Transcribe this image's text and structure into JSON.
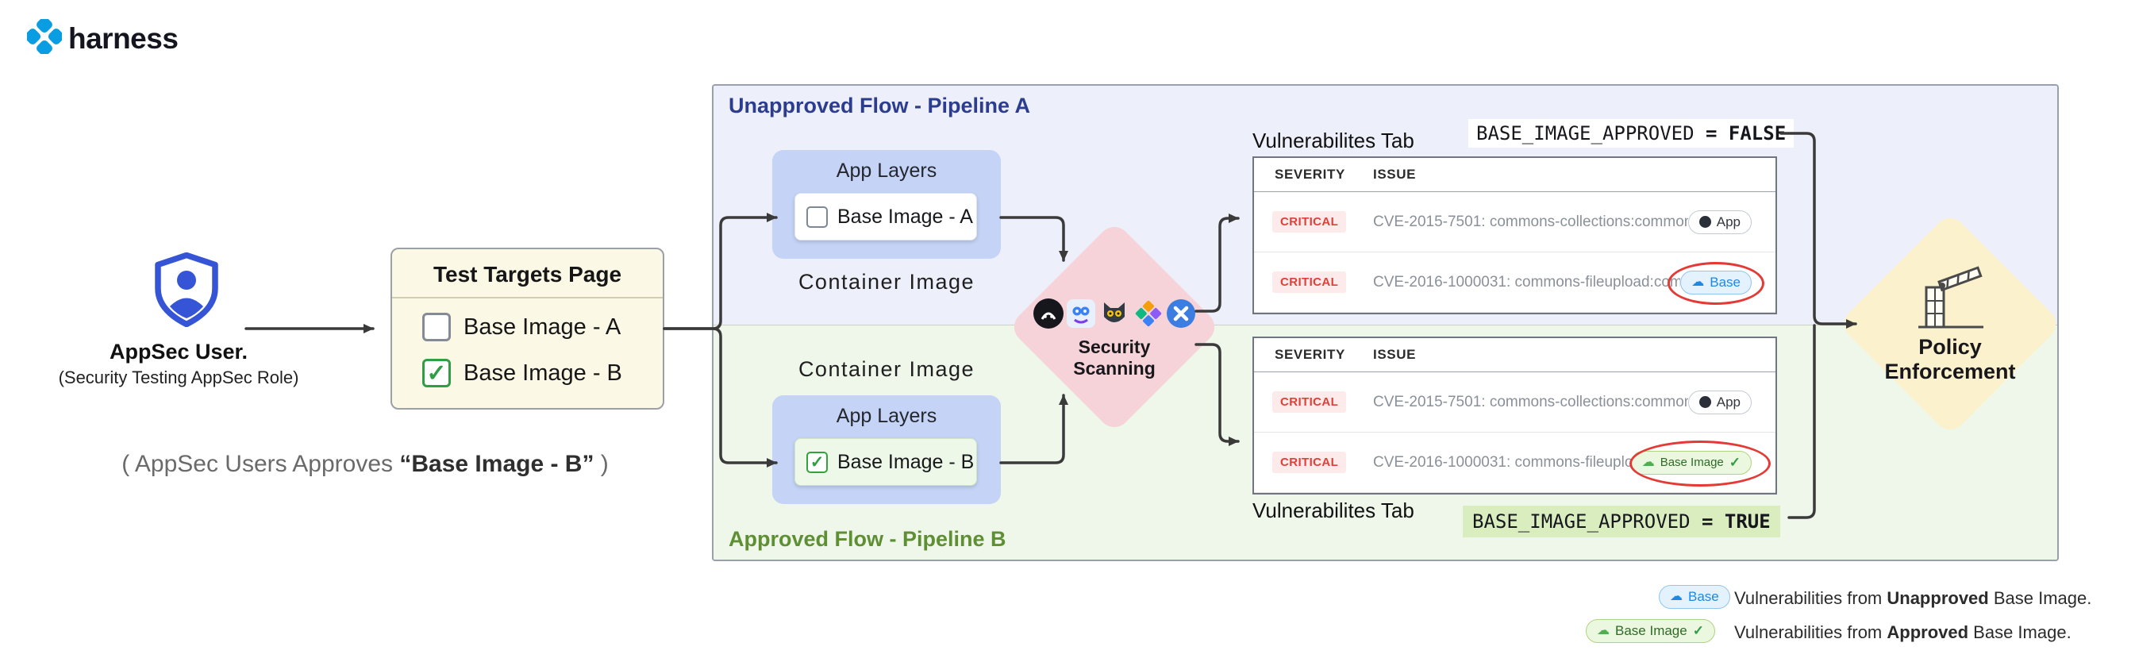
{
  "brand": {
    "name": "harness"
  },
  "actor": {
    "title": "AppSec User.",
    "subtitle": "(Security Testing AppSec Role)"
  },
  "test_targets": {
    "title": "Test Targets Page",
    "options": [
      {
        "label": "Base Image - A",
        "checked": false
      },
      {
        "label": "Base Image - B",
        "checked": true
      }
    ]
  },
  "caption": {
    "prefix": "( AppSec Users Approves ",
    "bold": "“Base Image - B”",
    "suffix": " )"
  },
  "pipeline_a": {
    "title": "Unapproved Flow - Pipeline A",
    "app_layers": "App Layers",
    "base_image": "Base Image - A",
    "container": "Container Image"
  },
  "pipeline_b": {
    "title": "Approved Flow - Pipeline B",
    "app_layers": "App Layers",
    "base_image": "Base Image - B",
    "container": "Container Image"
  },
  "security": {
    "line1": "Security",
    "line2": "Scanning"
  },
  "policy": {
    "line1": "Policy",
    "line2": "Enforcement"
  },
  "vuln_top": {
    "title": "Vulnerabilites Tab",
    "flag_label": "BASE_IMAGE_APPROVED",
    "flag_eq": "=",
    "flag_value": "FALSE",
    "col_severity": "SEVERITY",
    "col_issue": "ISSUE",
    "rows": [
      {
        "severity": "CRITICAL",
        "issue": "CVE-2015-7501: commons-collections:commons-collections...",
        "badge": "App"
      },
      {
        "severity": "CRITICAL",
        "issue": "CVE-2016-1000031: commons-fileupload:commons-fileuploa...",
        "badge": "Base"
      }
    ]
  },
  "vuln_bottom": {
    "title": "Vulnerabilites Tab",
    "flag_label": "BASE_IMAGE_APPROVED",
    "flag_eq": "=",
    "flag_value": "TRUE",
    "col_severity": "SEVERITY",
    "col_issue": "ISSUE",
    "rows": [
      {
        "severity": "CRITICAL",
        "issue": "CVE-2015-7501: commons-collections:commons-collections...",
        "badge": "App"
      },
      {
        "severity": "CRITICAL",
        "issue": "CVE-2016-1000031: commons-fileupload:commons-fileuploa...",
        "badge": "Base Image"
      }
    ]
  },
  "legend": {
    "unapproved": {
      "badge": "Base",
      "prefix": "Vulnerabilities from ",
      "bold": "Unapproved",
      "suffix": " Base Image."
    },
    "approved": {
      "badge": "Base Image",
      "prefix": "Vulnerabilities from ",
      "bold": "Approved",
      "suffix": " Base Image."
    }
  },
  "glyphs": {
    "check": "✓",
    "cloud": "☁"
  }
}
